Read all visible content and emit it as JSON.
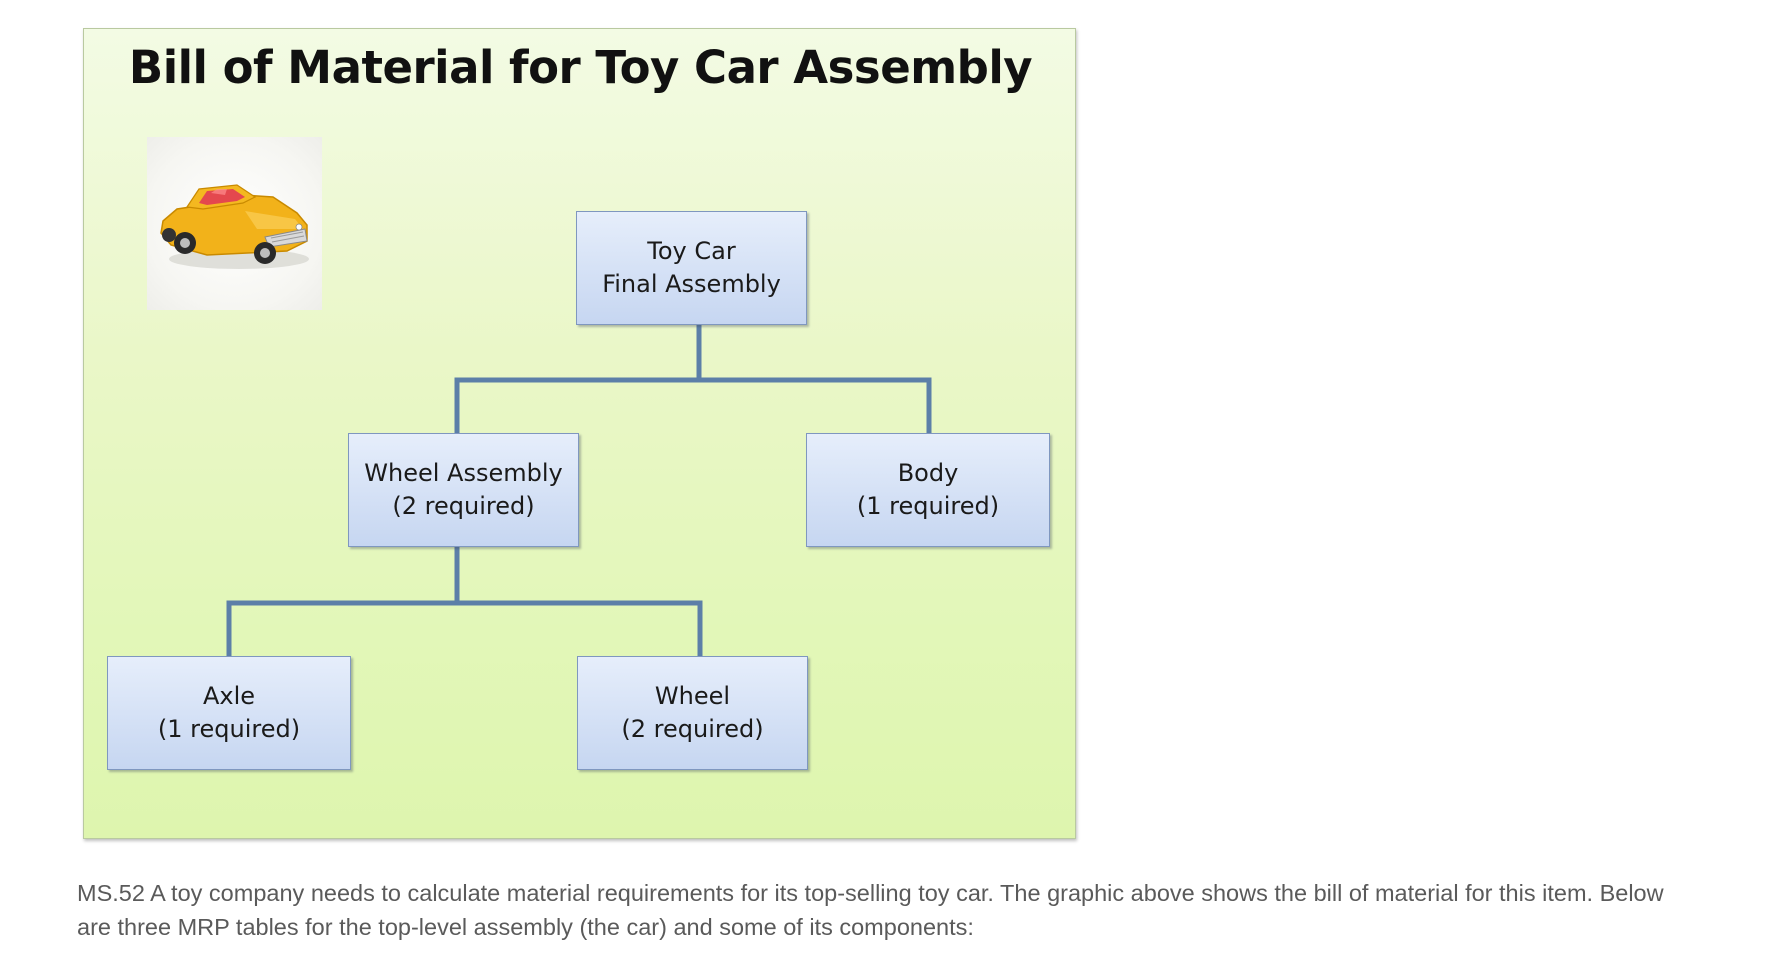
{
  "diagram": {
    "title": "Bill of Material for Toy Car Assembly",
    "photo_icon": "toy-car-icon",
    "nodes": {
      "toy_car": {
        "line1": "Toy Car",
        "line2": "Final Assembly"
      },
      "wheel_assembly": {
        "line1": "Wheel Assembly",
        "line2": "(2 required)"
      },
      "body": {
        "line1": "Body",
        "line2": "(1 required)"
      },
      "axle": {
        "line1": "Axle",
        "line2": "(1 required)"
      },
      "wheel": {
        "line1": "Wheel",
        "line2": "(2 required)"
      }
    },
    "edges": [
      {
        "from": "toy_car",
        "to": "wheel_assembly"
      },
      {
        "from": "toy_car",
        "to": "body"
      },
      {
        "from": "wheel_assembly",
        "to": "axle"
      },
      {
        "from": "wheel_assembly",
        "to": "wheel"
      }
    ],
    "colors": {
      "node_border": "#7f97bf",
      "connector": "#5c7fa8",
      "background_top": "#f3fbe4",
      "background_bottom": "#def5ae"
    }
  },
  "caption": {
    "line1": "MS.52 A toy company needs to calculate material requirements for its top-selling toy car. The graphic above shows the bill of material for this item. Below",
    "line2": "are three MRP tables for the top-level assembly (the car) and some of its components:"
  }
}
